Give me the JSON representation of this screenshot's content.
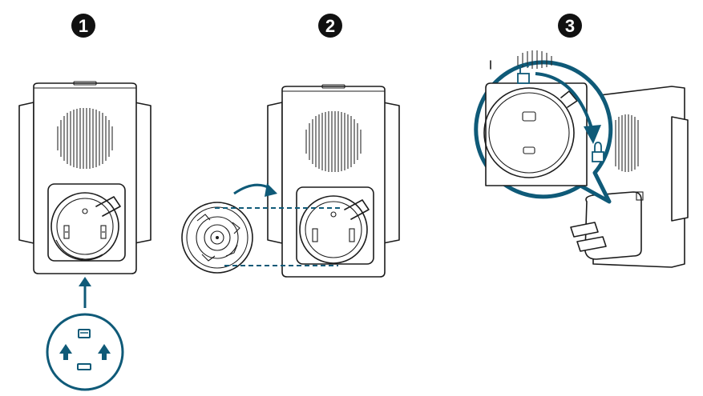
{
  "steps": [
    {
      "number": "1"
    },
    {
      "number": "2"
    },
    {
      "number": "3"
    }
  ],
  "colors": {
    "accent": "#0f5a78",
    "badge": "#111111",
    "outline": "#1c1c1c"
  },
  "icons": {
    "unlock": "unlocked-padlock-icon",
    "lock": "locked-padlock-icon",
    "rotate": "rotate-arrow-icon",
    "insert": "up-arrow-icon"
  }
}
